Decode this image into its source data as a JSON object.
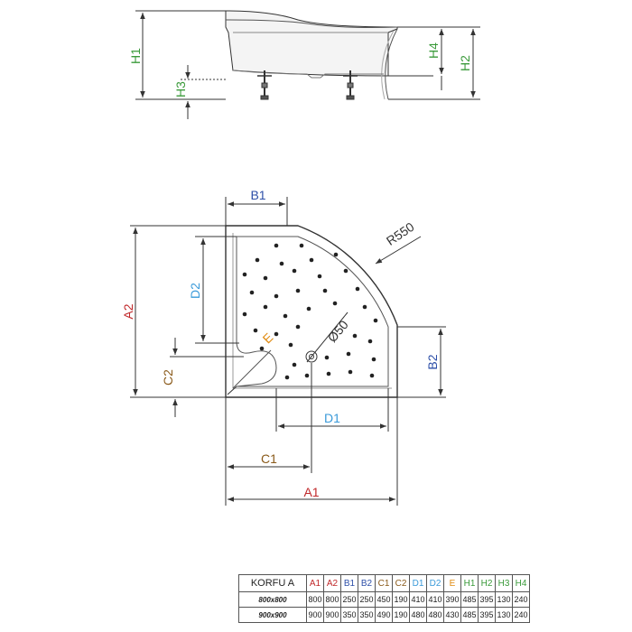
{
  "labels": {
    "H1": "H1",
    "H2": "H2",
    "H3": "H3",
    "H4": "H4",
    "A1": "A1",
    "A2": "A2",
    "B1": "B1",
    "B2": "B2",
    "C1": "C1",
    "C2": "C2",
    "D1": "D1",
    "D2": "D2",
    "E": "E",
    "R": "R550",
    "drain": "Ø50"
  },
  "table": {
    "model": "KORFU A",
    "headers": [
      "A1",
      "A2",
      "B1",
      "B2",
      "C1",
      "C2",
      "D1",
      "D2",
      "E",
      "H1",
      "H2",
      "H3",
      "H4"
    ],
    "header_colors": [
      "#c0282a",
      "#c0282a",
      "#2d4fa8",
      "#2d4fa8",
      "#8a5a1a",
      "#8a5a1a",
      "#3a9ad9",
      "#3a9ad9",
      "#e08a10",
      "#3a9a3a",
      "#3a9a3a",
      "#3a9a3a",
      "#3a9a3a"
    ],
    "rows": [
      {
        "size": "800x800",
        "values": [
          "800",
          "800",
          "250",
          "250",
          "450",
          "190",
          "410",
          "410",
          "390",
          "485",
          "395",
          "130",
          "240"
        ]
      },
      {
        "size": "900x900",
        "values": [
          "900",
          "900",
          "350",
          "350",
          "490",
          "190",
          "480",
          "480",
          "430",
          "485",
          "395",
          "130",
          "240"
        ]
      }
    ]
  },
  "colors": {
    "line": "#333333",
    "green": "#3a9a3a",
    "red": "#c0282a",
    "blue": "#2d4fa8",
    "light_blue": "#3a9ad9",
    "brown": "#8a5a1a",
    "orange": "#e08a10"
  }
}
